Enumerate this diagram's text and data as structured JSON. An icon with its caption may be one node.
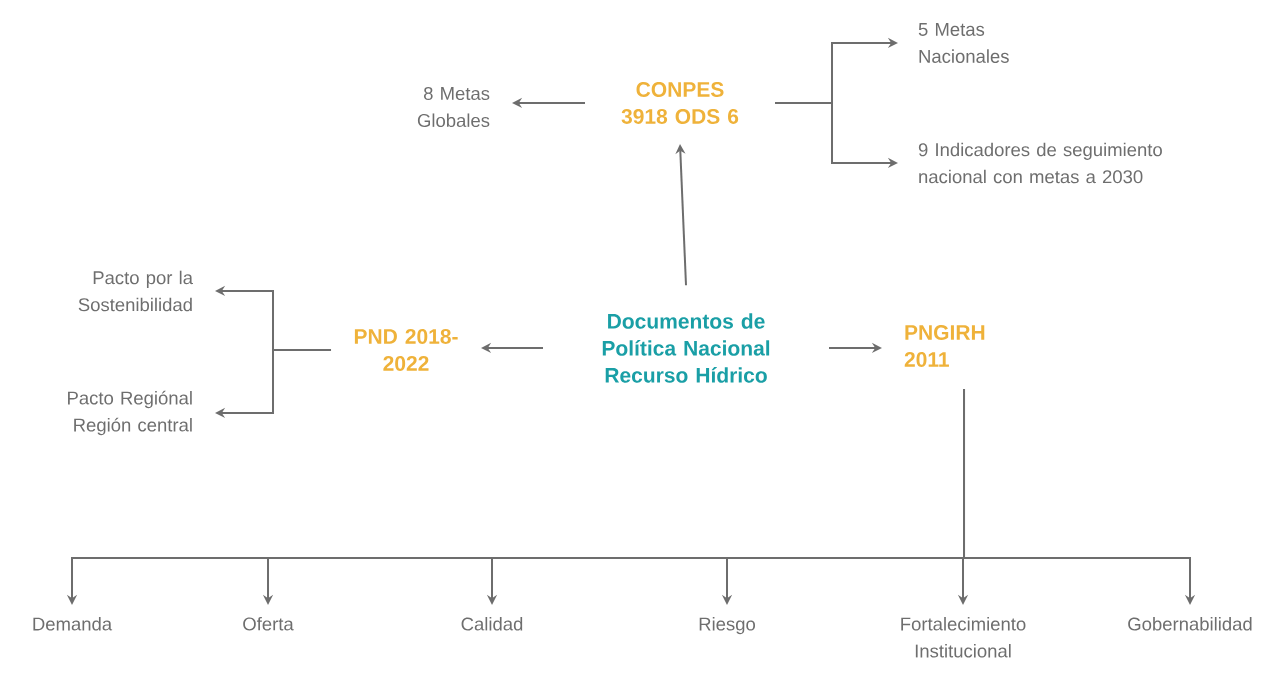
{
  "diagram": {
    "nodes": [
      {
        "text": [
          "Documentos de Política Nacional Recurso Hídrico"
        ]
      },
      {
        "text": [
          "CONPES 3918 ODS 6"
        ]
      },
      {
        "text": [
          "8 Metas Globales"
        ]
      },
      {
        "text": [
          "5 Metas Nacionales"
        ]
      },
      {
        "text": [
          "9 Indicadores de seguimiento nacional con metas a 2030"
        ]
      },
      {
        "text": [
          "PND 2018-2022"
        ]
      },
      {
        "text": [
          "Pacto por la Sostenibilidad"
        ]
      },
      {
        "text": [
          "Pacto Regiónal Región central"
        ]
      },
      {
        "text": [
          "PNGIRH 2011"
        ]
      },
      {
        "text": [
          "Demanda"
        ]
      },
      {
        "text": [
          "Oferta"
        ]
      },
      {
        "text": [
          "Calidad"
        ]
      },
      {
        "text": [
          "Riesgo"
        ]
      },
      {
        "text": [
          "Fortalecimiento Institucional"
        ]
      },
      {
        "text": [
          "Gobernabilidad"
        ]
      }
    ],
    "edges": [
      {
        "from": 0,
        "to": 1,
        "arrow": "to"
      },
      {
        "from": 1,
        "to": 2,
        "arrow": "to"
      },
      {
        "from": 1,
        "to": 3,
        "arrow": "to"
      },
      {
        "from": 1,
        "to": 4,
        "arrow": "to"
      },
      {
        "from": 0,
        "to": 5,
        "arrow": "to"
      },
      {
        "from": 5,
        "to": 6,
        "arrow": "to"
      },
      {
        "from": 5,
        "to": 7,
        "arrow": "to"
      },
      {
        "from": 0,
        "to": 8,
        "arrow": "to"
      },
      {
        "from": 8,
        "to": 9,
        "arrow": "to"
      },
      {
        "from": 8,
        "to": 10,
        "arrow": "to"
      },
      {
        "from": 8,
        "to": 11,
        "arrow": "to"
      },
      {
        "from": 8,
        "to": 12,
        "arrow": "to"
      },
      {
        "from": 8,
        "to": 13,
        "arrow": "to"
      },
      {
        "from": 8,
        "to": 14,
        "arrow": "to"
      }
    ]
  }
}
